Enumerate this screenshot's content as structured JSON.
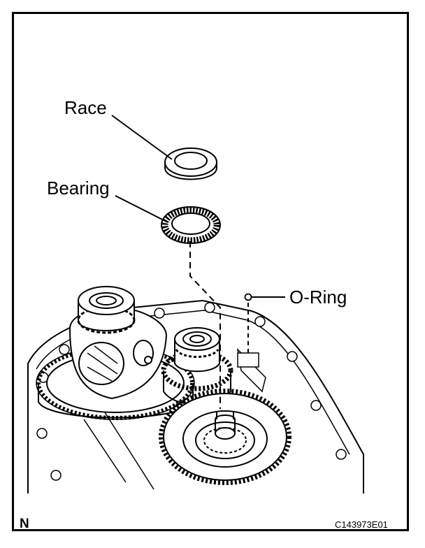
{
  "callouts": {
    "race": "Race",
    "bearing": "Bearing",
    "o_ring": "O-Ring"
  },
  "footer": {
    "view_code": "N",
    "figure_id": "C143973E01"
  }
}
